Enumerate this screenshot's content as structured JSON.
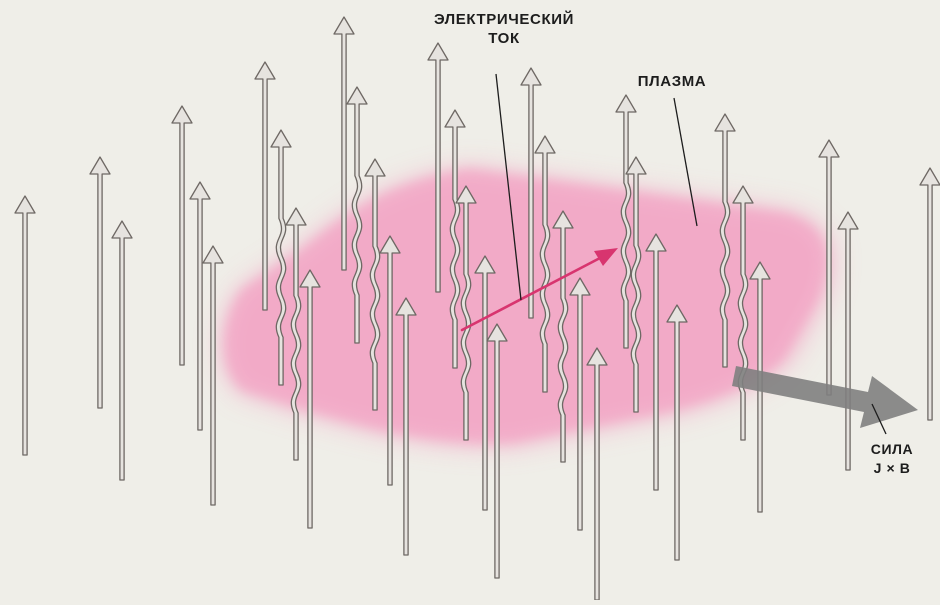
{
  "labels": {
    "current_line1": "ЭЛЕКТРИЧЕСКИЙ",
    "current_line2": "ТОК",
    "plasma": "ПЛАЗМА",
    "force_line1": "СИЛА",
    "force_line2": "J × B"
  },
  "colors": {
    "background": "#efeee8",
    "plasma": "#f3a7c6",
    "field_arrow_fill": "#e6e3df",
    "field_arrow_stroke": "#6e6864",
    "current_arrow": "#d8356f",
    "force_arrow": "#808080",
    "text": "#1d1d1d"
  },
  "icons": {
    "field_line": "vertical-magnetic-field-arrow",
    "current": "current-direction-arrow",
    "force": "force-direction-arrow"
  }
}
